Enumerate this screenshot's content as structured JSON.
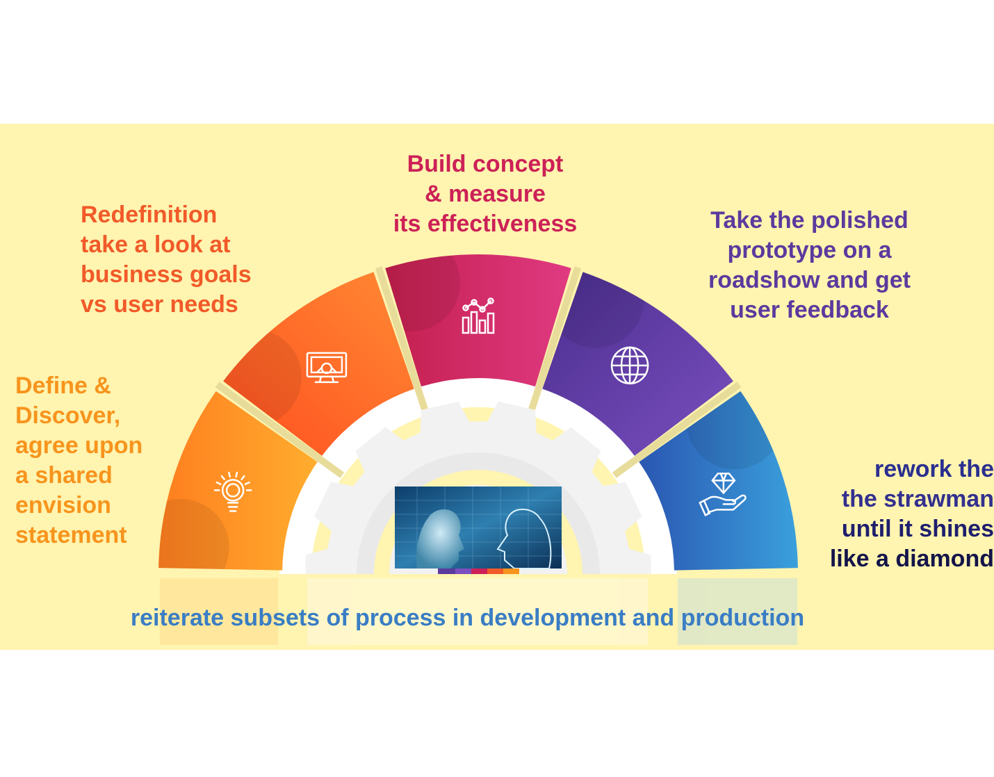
{
  "steps": [
    {
      "id": "define",
      "icon": "lightbulb-icon",
      "color_start": "#ff7e1f",
      "color_end": "#ffad2e",
      "text_color": "#f7941d",
      "lines": [
        "Define &",
        "Discover,",
        "agree upon",
        "a shared",
        "envision",
        "statement"
      ]
    },
    {
      "id": "redefinition",
      "icon": "monitor-gear-icon",
      "color_start": "#ff4e1f",
      "color_end": "#ff8a33",
      "text_color": "#f15a29",
      "lines": [
        "Redefinition",
        "take a look at",
        "business goals",
        "vs user needs"
      ]
    },
    {
      "id": "build",
      "icon": "bar-chart-icon",
      "color_start": "#c41f4e",
      "color_end": "#e03a82",
      "text_color": "#cc2157",
      "lines": [
        "Build concept",
        "& measure",
        "its effectiveness"
      ]
    },
    {
      "id": "roadshow",
      "icon": "globe-icon",
      "color_start": "#4a2e8e",
      "color_end": "#7b4fbf",
      "text_color": "#5b3a9e",
      "lines": [
        "Take the polished",
        "prototype on a",
        "roadshow and get",
        "user feedback"
      ]
    },
    {
      "id": "rework",
      "icon": "diamond-hand-icon",
      "color_start": "#2a56b2",
      "color_end": "#3aa0dc",
      "text_color": "#2a2f8f",
      "lines": [
        "rework the",
        "the strawman",
        "until it shines",
        "like a diamond"
      ]
    }
  ],
  "footer": "reiterate subsets of process in development and production",
  "colors": {
    "background": "#ffffff",
    "band": "#fff4b0",
    "gap": "#e8dc9a",
    "gear": "#f2f2f2",
    "footer_text": "#3a7dc4"
  }
}
